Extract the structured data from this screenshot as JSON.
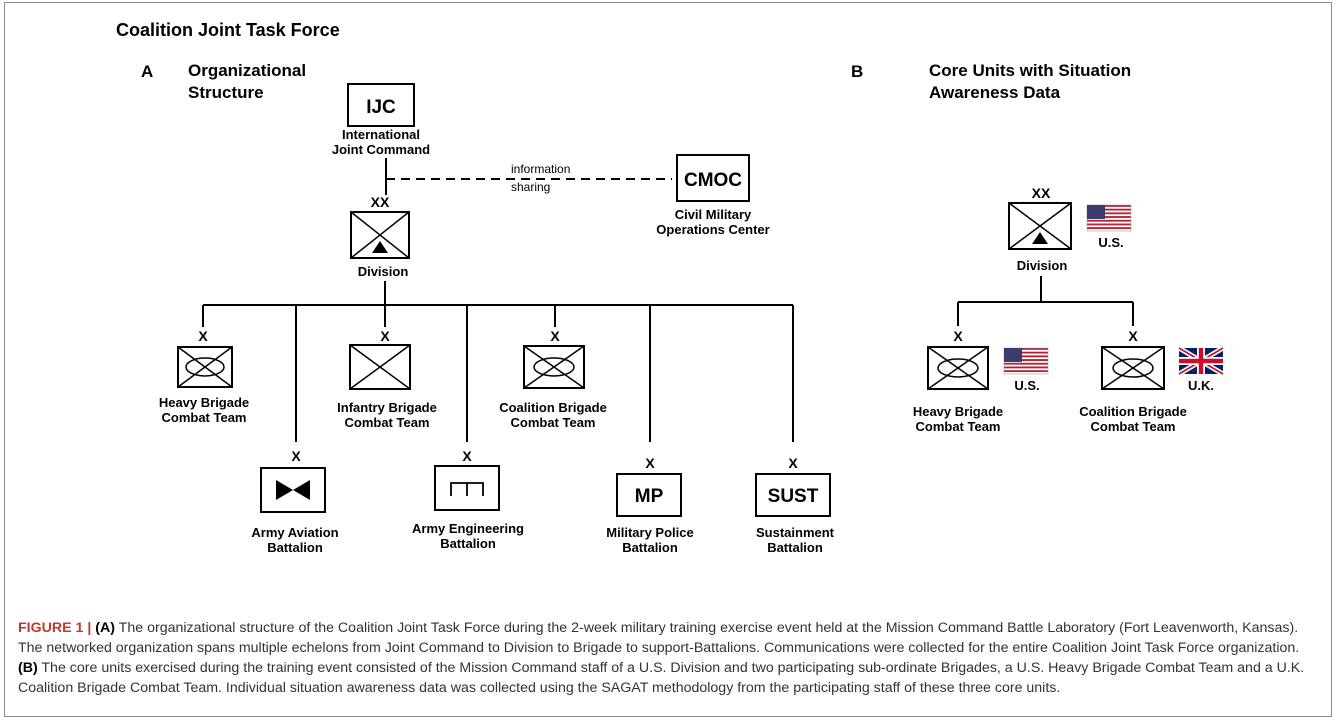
{
  "title": "Coalition Joint Task Force",
  "panel_a": {
    "letter": "A",
    "title": "Organizational Structure"
  },
  "panel_b": {
    "letter": "B",
    "title": "Core Units with Situation Awareness Data"
  },
  "nodes": {
    "ijc": {
      "abbr": "IJC",
      "label_1": "International",
      "label_2": "Joint Command"
    },
    "cmoc": {
      "abbr": "CMOC",
      "label_1": "Civil Military",
      "label_2": "Operations Center"
    },
    "link": {
      "line_1": "information",
      "line_2": "sharing"
    },
    "division": {
      "echelon": "XX",
      "label": "Division"
    },
    "hbct": {
      "echelon": "X",
      "label_1": "Heavy Brigade",
      "label_2": "Combat Team"
    },
    "ibct": {
      "echelon": "X",
      "label_1": "Infantry Brigade",
      "label_2": "Combat Team"
    },
    "cbct": {
      "echelon": "X",
      "label_1": "Coalition Brigade",
      "label_2": "Combat Team"
    },
    "aviation": {
      "echelon": "X",
      "label_1": "Army Aviation",
      "label_2": "Battalion"
    },
    "engineering": {
      "echelon": "X",
      "label_1": "Army Engineering",
      "label_2": "Battalion"
    },
    "mp": {
      "echelon": "X",
      "abbr": "MP",
      "label_1": "Military Police",
      "label_2": "Battalion"
    },
    "sust": {
      "echelon": "X",
      "abbr": "SUST",
      "label_1": "Sustainment",
      "label_2": "Battalion"
    }
  },
  "core_units": {
    "division": {
      "echelon": "XX",
      "label": "Division",
      "country": "U.S."
    },
    "hbct": {
      "echelon": "X",
      "label_1": "Heavy Brigade",
      "label_2": "Combat Team",
      "country": "U.S."
    },
    "cbct": {
      "echelon": "X",
      "label_1": "Coalition Brigade",
      "label_2": "Combat Team",
      "country": "U.K."
    }
  },
  "colors": {
    "caption_label": "#c0392b",
    "us_red": "#b22234",
    "us_blue": "#3c3b6e",
    "uk_blue": "#012169",
    "uk_red": "#c8102e"
  },
  "caption": {
    "label": "FIGURE 1 | ",
    "part_a": "(A)",
    "text_a": " The organizational structure of the Coalition Joint Task Force during the 2-week military training exercise event held at the Mission Command Battle Laboratory (Fort Leavenworth, Kansas). The networked organization spans multiple echelons from Joint Command to Division to Brigade to support-Battalions. Communications were collected for the entire Coalition Joint Task Force organization. ",
    "part_b": "(B)",
    "text_b": " The core units exercised during the training event consisted of the Mission Command staff of a U.S. Division and two participating sub-ordinate Brigades, a U.S. Heavy Brigade Combat Team and a U.K. Coalition Brigade Combat Team. Individual situation awareness data was collected using the SAGAT methodology from the participating staff of these three core units."
  }
}
